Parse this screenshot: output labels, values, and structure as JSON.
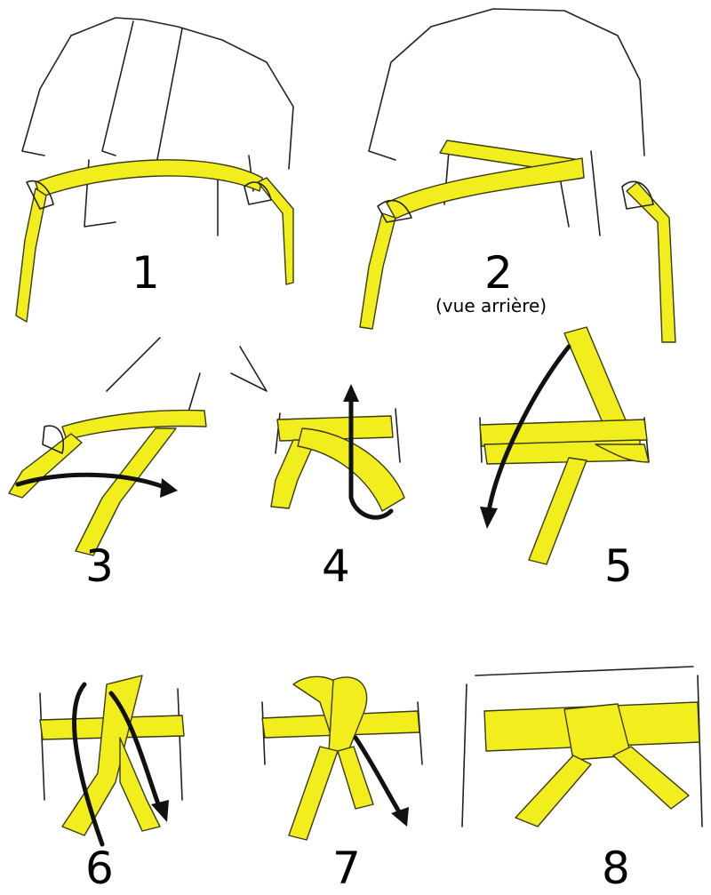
{
  "colors": {
    "belt": "#f2ee1e",
    "ink": "#222222",
    "background": "#ffffff"
  },
  "steps": [
    {
      "number": "1"
    },
    {
      "number": "2",
      "note": "(vue arrière)"
    },
    {
      "number": "3"
    },
    {
      "number": "4"
    },
    {
      "number": "5"
    },
    {
      "number": "6"
    },
    {
      "number": "7"
    },
    {
      "number": "8"
    }
  ]
}
